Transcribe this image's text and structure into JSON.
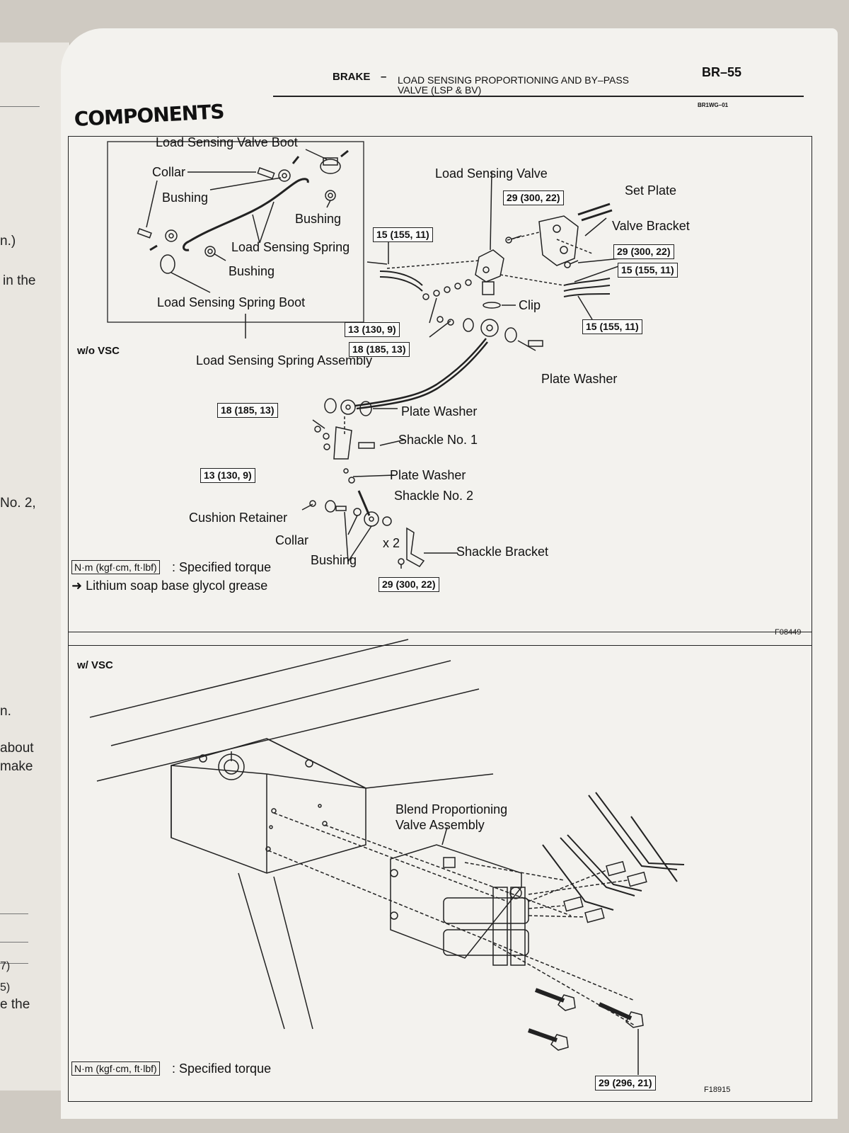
{
  "left_page": {
    "fragments": [
      "n.)",
      "in the",
      "No. 2,",
      "n.",
      "about",
      "make",
      "7)",
      "5)",
      "e the"
    ]
  },
  "header": {
    "section": "BRAKE",
    "dash": "–",
    "title_line1": "LOAD SENSING PROPORTIONING AND BY–PASS",
    "title_line2": "VALVE (LSP & BV)",
    "page_number": "BR–55",
    "doc_code": "BR1WG–01"
  },
  "section_title": "COMPONENTS",
  "diagram_top": {
    "variant": "w/o VSC",
    "figure_code": "F08449",
    "inset_labels": {
      "load_sensing_valve_boot": "Load Sensing Valve Boot",
      "collar": "Collar",
      "bushing_left": "Bushing",
      "bushing_right": "Bushing",
      "load_sensing_spring": "Load Sensing Spring",
      "bushing_bottom": "Bushing",
      "load_sensing_spring_boot": "Load Sensing Spring Boot"
    },
    "labels": {
      "load_sensing_valve": "Load Sensing Valve",
      "set_plate": "Set Plate",
      "valve_bracket": "Valve Bracket",
      "clip": "Clip",
      "plate_washer_1": "Plate Washer",
      "load_sensing_spring_assembly": "Load Sensing Spring Assembly",
      "plate_washer_2": "Plate Washer",
      "shackle_no_1": "Shackle No. 1",
      "plate_washer_3": "Plate Washer",
      "shackle_no_2": "Shackle No. 2",
      "cushion_retainer": "Cushion Retainer",
      "collar": "Collar",
      "bushing": "Bushing",
      "x2": "x 2",
      "shackle_bracket": "Shackle Bracket"
    },
    "torques": {
      "t1": "29 (300, 22)",
      "t2": "15 (155, 11)",
      "t3": "29 (300, 22)",
      "t4": "15 (155, 11)",
      "t5": "15 (155, 11)",
      "t6": "13 (130, 9)",
      "t7": "18 (185, 13)",
      "t8": "18 (185, 13)",
      "t9": "13 (130, 9)",
      "t10": "29 (300, 22)"
    },
    "legend": {
      "torque_unit": "N·m (kgf·cm, ft·lbf)",
      "torque_desc": ": Specified torque",
      "grease_arrow": "➜",
      "grease_desc": "Lithium soap base glycol grease"
    }
  },
  "diagram_bottom": {
    "variant": "w/ VSC",
    "figure_code": "F18915",
    "label_line1": "Blend Proportioning",
    "label_line2": "Valve Assembly",
    "torque": "29 (296, 21)",
    "legend": {
      "torque_unit": "N·m (kgf·cm, ft·lbf)",
      "torque_desc": ": Specified torque"
    }
  }
}
